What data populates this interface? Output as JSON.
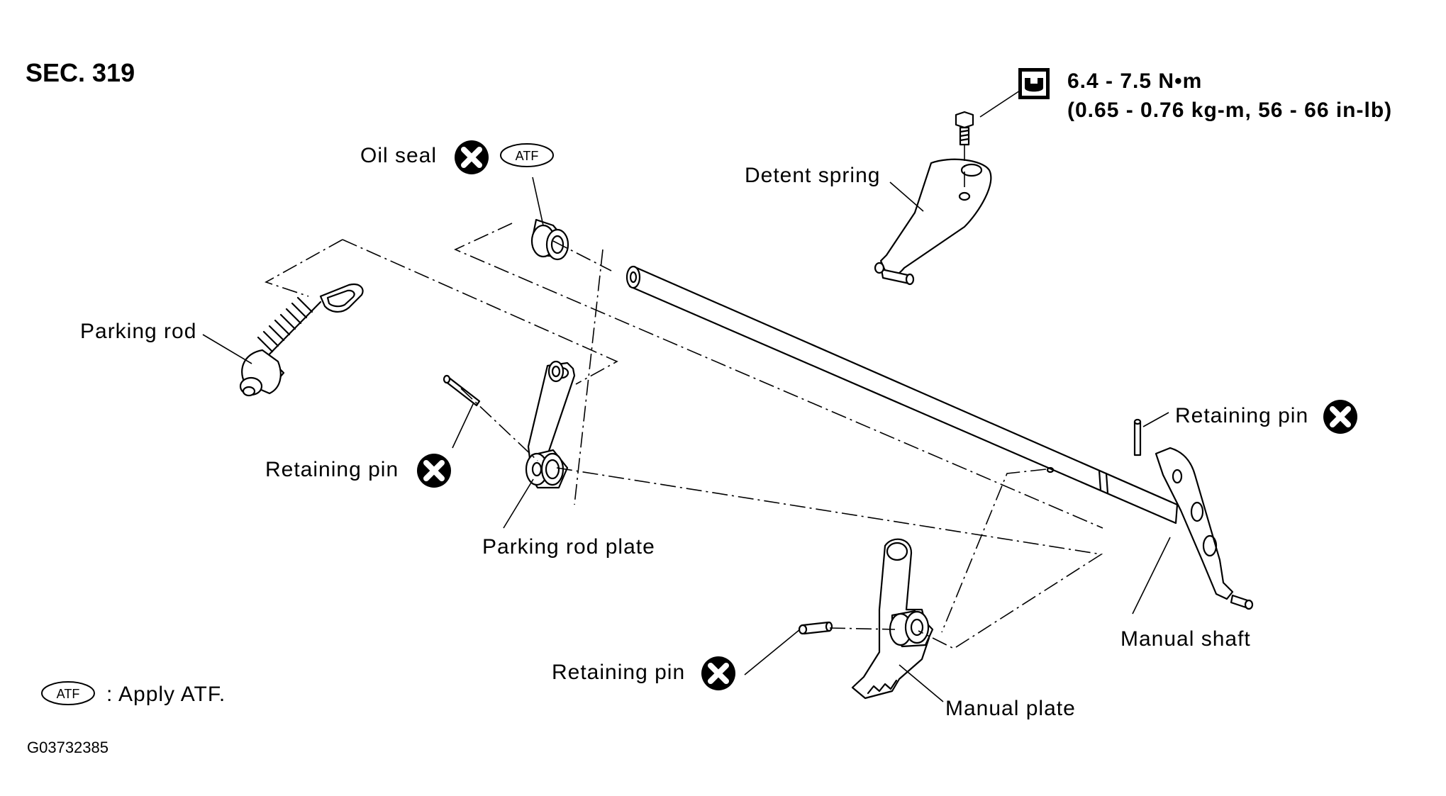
{
  "section": "SEC. 319",
  "torque": {
    "nm": "6.4 - 7.5 N•m",
    "alt": "(0.65 - 0.76 kg-m, 56 - 66 in-lb)"
  },
  "labels": {
    "oil_seal": "Oil seal",
    "detent_spring": "Detent spring",
    "parking_rod": "Parking rod",
    "retaining_pin_left": "Retaining pin",
    "retaining_pin_right": "Retaining pin",
    "retaining_pin_bottom": "Retaining pin",
    "parking_rod_plate": "Parking rod plate",
    "manual_shaft": "Manual shaft",
    "manual_plate": "Manual plate"
  },
  "atf_symbol": "ATF",
  "legend": {
    "symbol": "ATF",
    "text": ": Apply ATF."
  },
  "figure_code": "G03732385",
  "colors": {
    "ink": "#000000",
    "paper": "#ffffff"
  }
}
